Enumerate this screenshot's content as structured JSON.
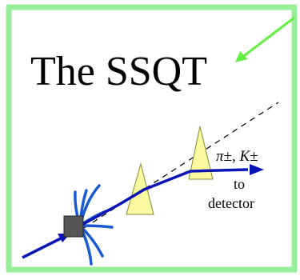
{
  "title": "The SSQT",
  "particle_label": "π±, K±",
  "destination": {
    "line1": "to",
    "line2": "detector"
  },
  "colors": {
    "frame": "#99ee99",
    "pointer_arrow": "#66ee44",
    "track": "#0a14b4",
    "spray": "#1a5ad0",
    "detector_fill": "#fafaa0",
    "detector_stroke": "#8a8a30",
    "target_fill": "#555555",
    "dashed_line": "#000000"
  },
  "icons": {
    "pointer": "arrow-pointing-down-left",
    "target": "target-block"
  }
}
